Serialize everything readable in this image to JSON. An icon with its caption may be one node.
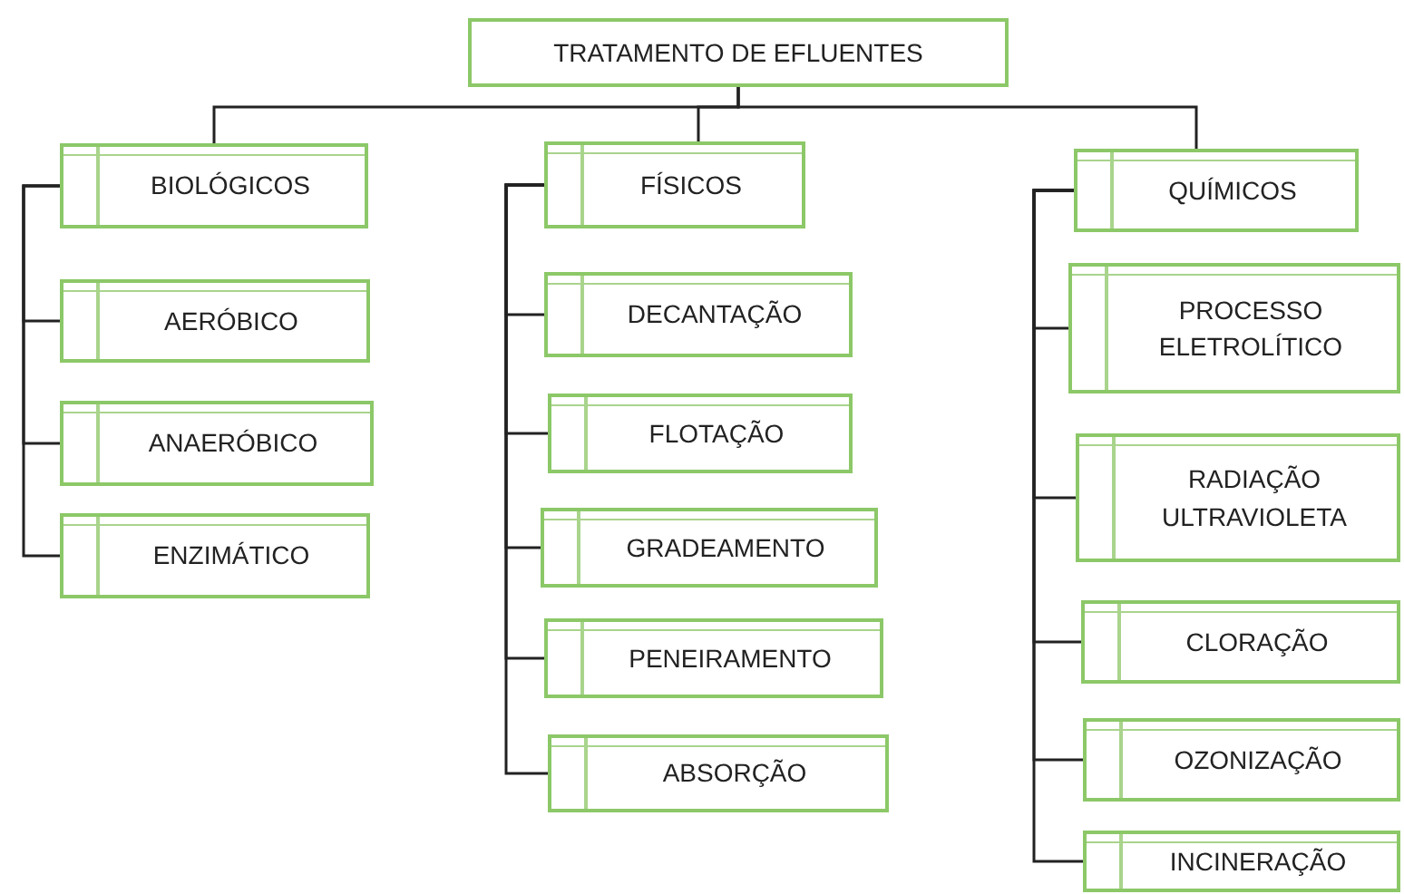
{
  "diagram": {
    "nodes": [
      {
        "text": [
          "TRATAMENTO DE EFLUENTES"
        ]
      },
      {
        "text": [
          "BIOLÓGICOS"
        ]
      },
      {
        "text": [
          "AERÓBICO"
        ]
      },
      {
        "text": [
          "ANAERÓBICO"
        ]
      },
      {
        "text": [
          "ENZIMÁTICO"
        ]
      },
      {
        "text": [
          "FÍSICOS"
        ]
      },
      {
        "text": [
          "DECANTAÇÃO"
        ]
      },
      {
        "text": [
          "FLOTAÇÃO"
        ]
      },
      {
        "text": [
          "GRADEAMENTO"
        ]
      },
      {
        "text": [
          "PENEIRAMENTO"
        ]
      },
      {
        "text": [
          "ABSORÇÃO"
        ]
      },
      {
        "text": [
          "QUÍMICOS"
        ]
      },
      {
        "text": [
          "PROCESSO ELETROLÍTICO"
        ]
      },
      {
        "text": [
          "RADIAÇÃO ULTRAVIOLETA"
        ]
      },
      {
        "text": [
          "CLORAÇÃO"
        ]
      },
      {
        "text": [
          "OZONIZAÇÃO"
        ]
      },
      {
        "text": [
          "INCINERAÇÃO"
        ]
      }
    ],
    "edges": [
      {
        "from": 0,
        "to": 1,
        "arrow": "none"
      },
      {
        "from": 0,
        "to": 5,
        "arrow": "none"
      },
      {
        "from": 0,
        "to": 11,
        "arrow": "none"
      },
      {
        "from": 1,
        "to": 2,
        "arrow": "none"
      },
      {
        "from": 1,
        "to": 3,
        "arrow": "none"
      },
      {
        "from": 1,
        "to": 4,
        "arrow": "none"
      },
      {
        "from": 5,
        "to": 6,
        "arrow": "none"
      },
      {
        "from": 5,
        "to": 7,
        "arrow": "none"
      },
      {
        "from": 5,
        "to": 8,
        "arrow": "none"
      },
      {
        "from": 5,
        "to": 9,
        "arrow": "none"
      },
      {
        "from": 5,
        "to": 10,
        "arrow": "none"
      },
      {
        "from": 11,
        "to": 12,
        "arrow": "none"
      },
      {
        "from": 11,
        "to": 13,
        "arrow": "none"
      },
      {
        "from": 11,
        "to": 14,
        "arrow": "none"
      },
      {
        "from": 11,
        "to": 15,
        "arrow": "none"
      },
      {
        "from": 11,
        "to": 16,
        "arrow": "none"
      }
    ]
  }
}
